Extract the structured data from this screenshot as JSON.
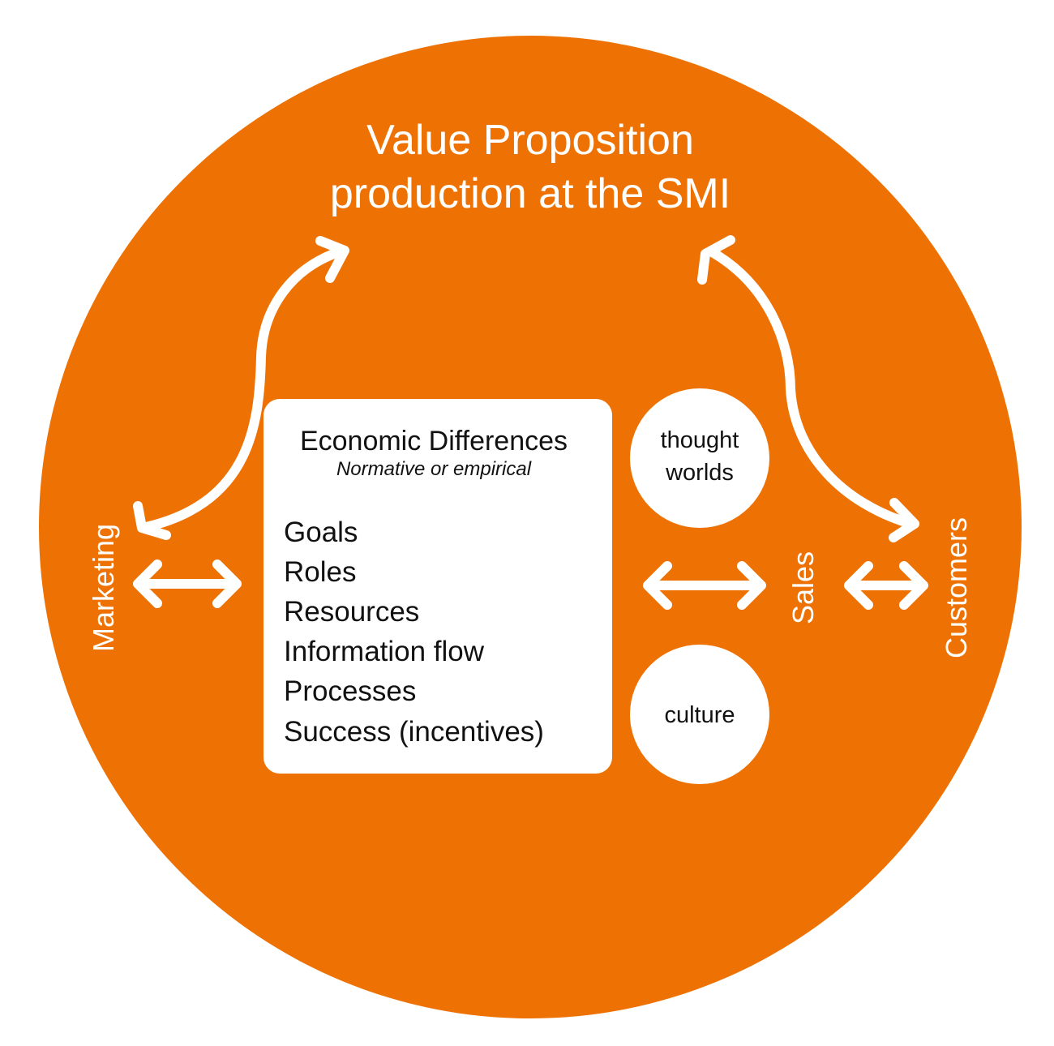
{
  "colors": {
    "main_circle": "#ee7203",
    "white": "#ffffff",
    "text_dark": "#111111"
  },
  "title": {
    "line1": "Value Proposition",
    "line2": "production at the SMI"
  },
  "labels": {
    "marketing": "Marketing",
    "sales": "Sales",
    "customers": "Customers"
  },
  "box": {
    "title": "Economic Differences",
    "subtitle": "Normative or empirical",
    "items": [
      "Goals",
      "Roles",
      "Resources",
      "Information flow",
      "Processes",
      "Success (incentives)"
    ]
  },
  "circles": {
    "top_line1": "thought",
    "top_line2": "worlds",
    "bottom": "culture"
  }
}
